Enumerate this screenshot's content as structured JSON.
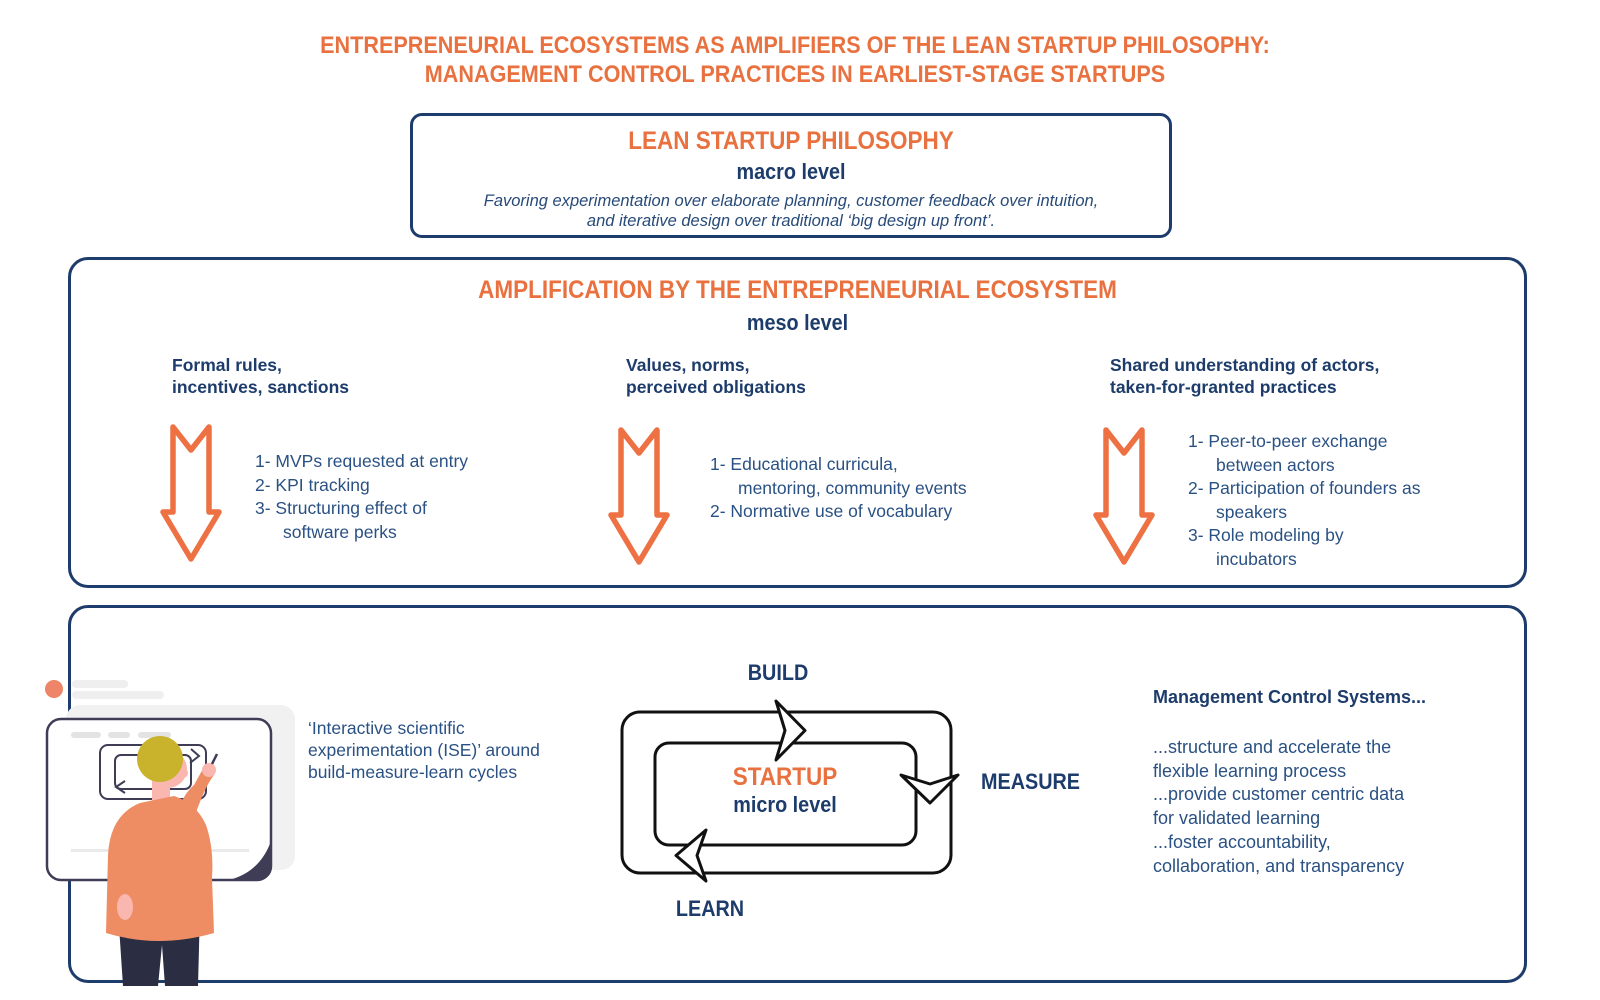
{
  "colors": {
    "accent_orange": "#E9713F",
    "arrow_orange": "#ED7143",
    "navy": "#1D3C6B",
    "body_blue": "#2A5183",
    "loop_black": "#111111",
    "illustration_shirt": "#EE8C64",
    "illustration_hair": "#C9B22C",
    "illustration_skin": "#F9B7B0"
  },
  "title": "ENTREPRENEURIAL ECOSYSTEMS AS AMPLIFIERS OF THE LEAN STARTUP PHILOSOPHY:\nMANAGEMENT CONTROL PRACTICES IN EARLIEST-STAGE STARTUPS",
  "macro_box": {
    "title": "LEAN STARTUP PHILOSOPHY",
    "level": "macro level",
    "description": "Favoring experimentation over elaborate planning, customer feedback over intuition,\nand iterative design over traditional ‘big design up front’."
  },
  "meso_box": {
    "title": "AMPLIFICATION BY THE ENTREPRENEURIAL ECOSYSTEM",
    "level": "meso level",
    "columns": [
      {
        "heading": "Formal rules,\nincentives, sanctions",
        "items": [
          "1- MVPs requested at entry",
          "2- KPI tracking",
          "3- Structuring effect of\nsoftware perks"
        ]
      },
      {
        "heading": "Values, norms,\nperceived obligations",
        "items": [
          "1- Educational curricula,\nmentoring, community events",
          "2- Normative use of vocabulary"
        ]
      },
      {
        "heading": "Shared understanding of actors,\ntaken-for-granted practices",
        "items": [
          "1- Peer-to-peer exchange\nbetween actors",
          "2- Participation of founders as\nspeakers",
          "3- Role modeling by\nincubators"
        ]
      }
    ]
  },
  "micro_box": {
    "ise_note": "‘Interactive scientific\nexperimentation (ISE)’ around\nbuild-measure-learn cycles",
    "loop": {
      "build": "BUILD",
      "measure": "MEASURE",
      "learn": "LEARN",
      "startup": "STARTUP",
      "level": "micro level"
    },
    "mcs_heading": "Management Control Systems...",
    "mcs_body": "...structure and accelerate the\nflexible learning process\n...provide customer centric data\nfor validated learning\n...foster accountability,\ncollaboration, and transparency"
  }
}
